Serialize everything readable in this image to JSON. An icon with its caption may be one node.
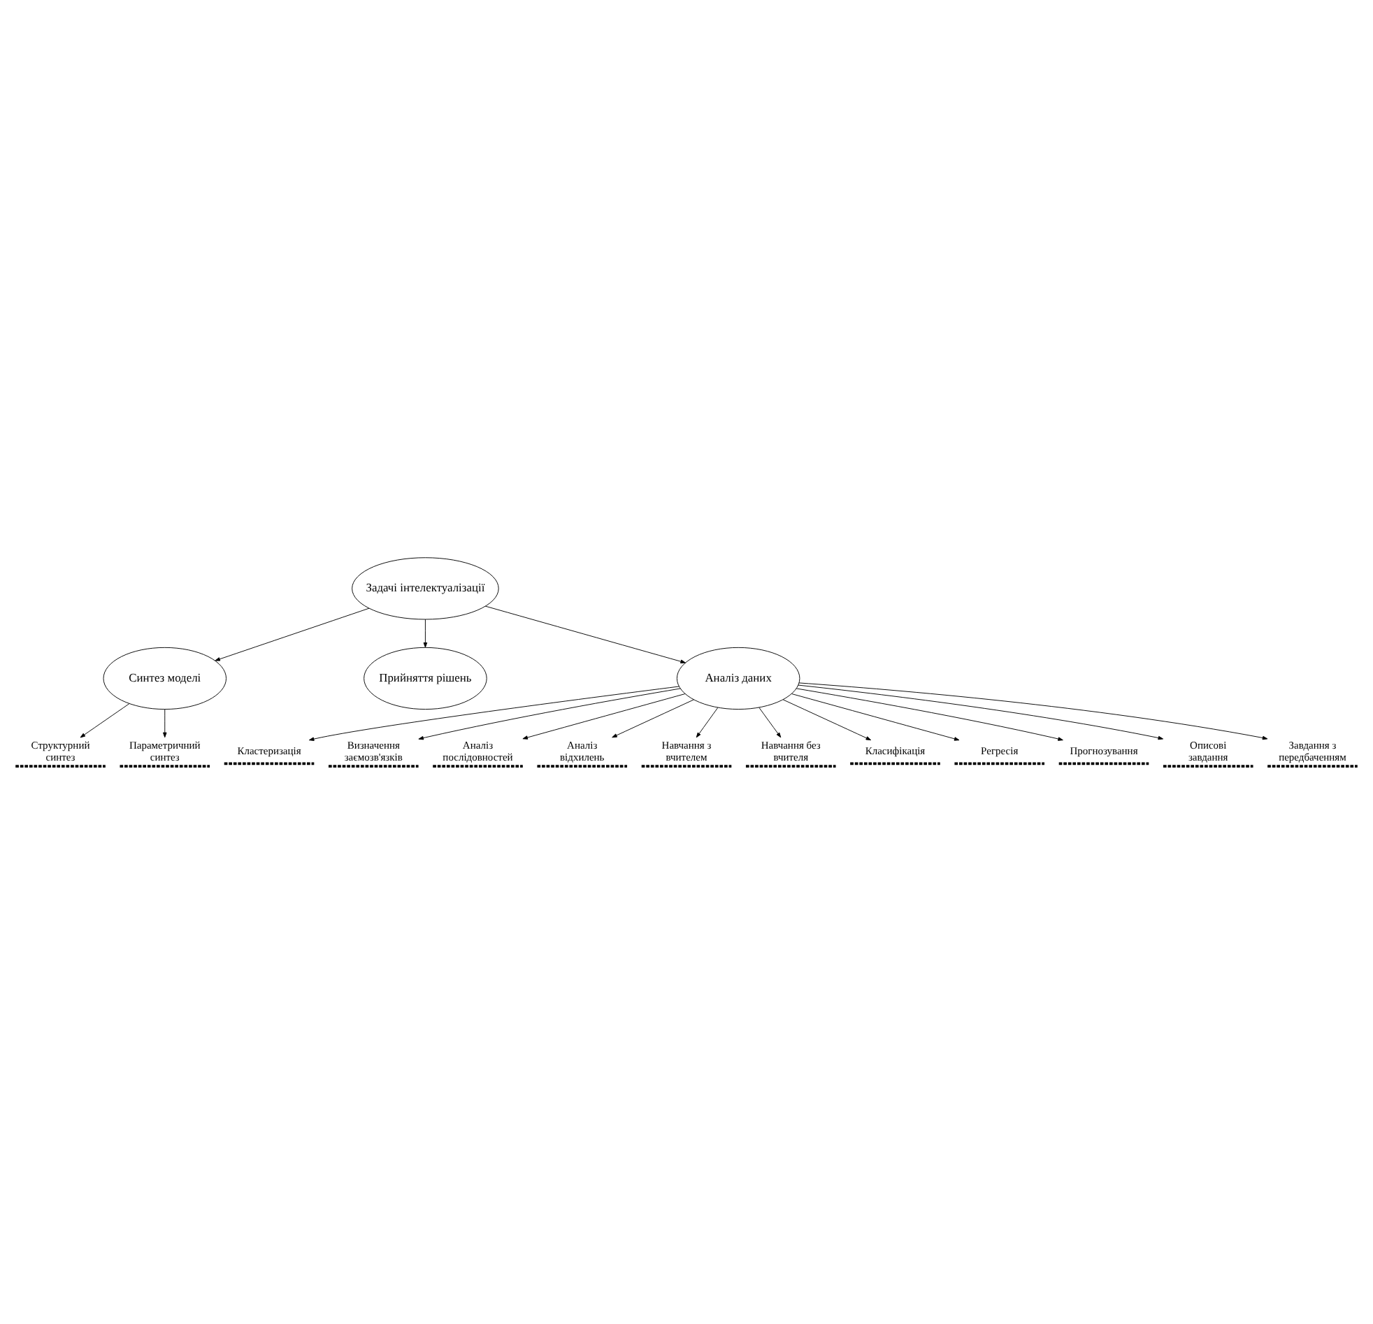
{
  "diagram": {
    "nodes": [
      {
        "text": [
          "Задачі інтелектуалізації"
        ]
      },
      {
        "text": [
          "Синтез моделі"
        ]
      },
      {
        "text": [
          "Прийняття рішень"
        ]
      },
      {
        "text": [
          "Аналіз даних"
        ]
      },
      {
        "text": [
          "Структурний синтез"
        ]
      },
      {
        "text": [
          "Параметричний синтез"
        ]
      },
      {
        "text": [
          "Кластеризація"
        ]
      },
      {
        "text": [
          "Визначення заємозв'язків"
        ]
      },
      {
        "text": [
          "Аналіз послідовностей"
        ]
      },
      {
        "text": [
          "Аналіз відхилень"
        ]
      },
      {
        "text": [
          "Навчання з вчителем"
        ]
      },
      {
        "text": [
          "Навчання без вчителя"
        ]
      },
      {
        "text": [
          "Класифікація"
        ]
      },
      {
        "text": [
          "Регресія"
        ]
      },
      {
        "text": [
          "Прогнозування"
        ]
      },
      {
        "text": [
          "Описові завдання"
        ]
      },
      {
        "text": [
          "Завдання з передбаченням"
        ]
      }
    ],
    "edges": [
      {
        "from": 0,
        "to": 1,
        "arrow": "to"
      },
      {
        "from": 0,
        "to": 2,
        "arrow": "to"
      },
      {
        "from": 0,
        "to": 3,
        "arrow": "to"
      },
      {
        "from": 1,
        "to": 4,
        "arrow": "to"
      },
      {
        "from": 1,
        "to": 5,
        "arrow": "to"
      },
      {
        "from": 3,
        "to": 6,
        "arrow": "to"
      },
      {
        "from": 3,
        "to": 7,
        "arrow": "to"
      },
      {
        "from": 3,
        "to": 8,
        "arrow": "to"
      },
      {
        "from": 3,
        "to": 9,
        "arrow": "to"
      },
      {
        "from": 3,
        "to": 10,
        "arrow": "to"
      },
      {
        "from": 3,
        "to": 11,
        "arrow": "to"
      },
      {
        "from": 3,
        "to": 12,
        "arrow": "to"
      },
      {
        "from": 3,
        "to": 13,
        "arrow": "to"
      },
      {
        "from": 3,
        "to": 14,
        "arrow": "to"
      },
      {
        "from": 3,
        "to": 15,
        "arrow": "to"
      },
      {
        "from": 3,
        "to": 16,
        "arrow": "to"
      }
    ]
  }
}
